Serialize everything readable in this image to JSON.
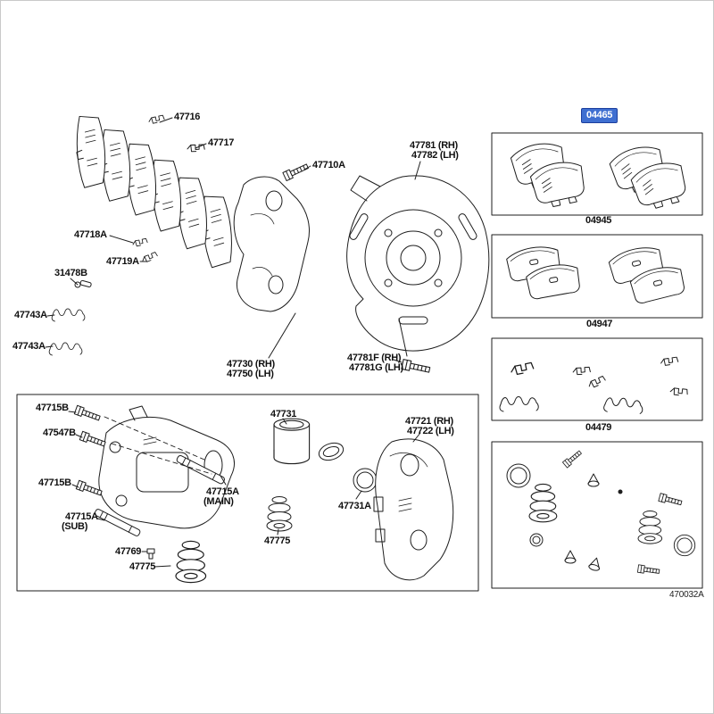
{
  "doc_id": "470032A",
  "highlight_color": "#3f6fd1",
  "line_color": "#1e1e1e",
  "labels": {
    "l47716": "47716",
    "l47717": "47717",
    "l47710A": "47710A",
    "l47781": "47781 (RH)",
    "l47782": "47782 (LH)",
    "l47718A": "47718A",
    "l47719A": "47719A",
    "l31478B": "31478B",
    "l47743A_a": "47743A",
    "l47743A_b": "47743A",
    "l47730": "47730 (RH)",
    "l47750": "47750 (LH)",
    "l47781F": "47781F (RH)",
    "l47781G": "47781G (LH)",
    "l47715B_a": "47715B",
    "l47547B": "47547B",
    "l47715B_b": "47715B",
    "l47715A_sub_num": "47715A",
    "l47715A_sub_tag": "(SUB)",
    "l47715A_main_num": "47715A",
    "l47715A_main_tag": "(MAIN)",
    "l47769": "47769",
    "l47775_a": "47775",
    "l47731": "47731",
    "l47731A": "47731A",
    "l47775_b": "47775",
    "l47721": "47721 (RH)",
    "l47722": "47722 (LH)"
  },
  "kits": {
    "k04465": "04465",
    "k04945": "04945",
    "k04947": "04947",
    "k04479": "04479"
  }
}
